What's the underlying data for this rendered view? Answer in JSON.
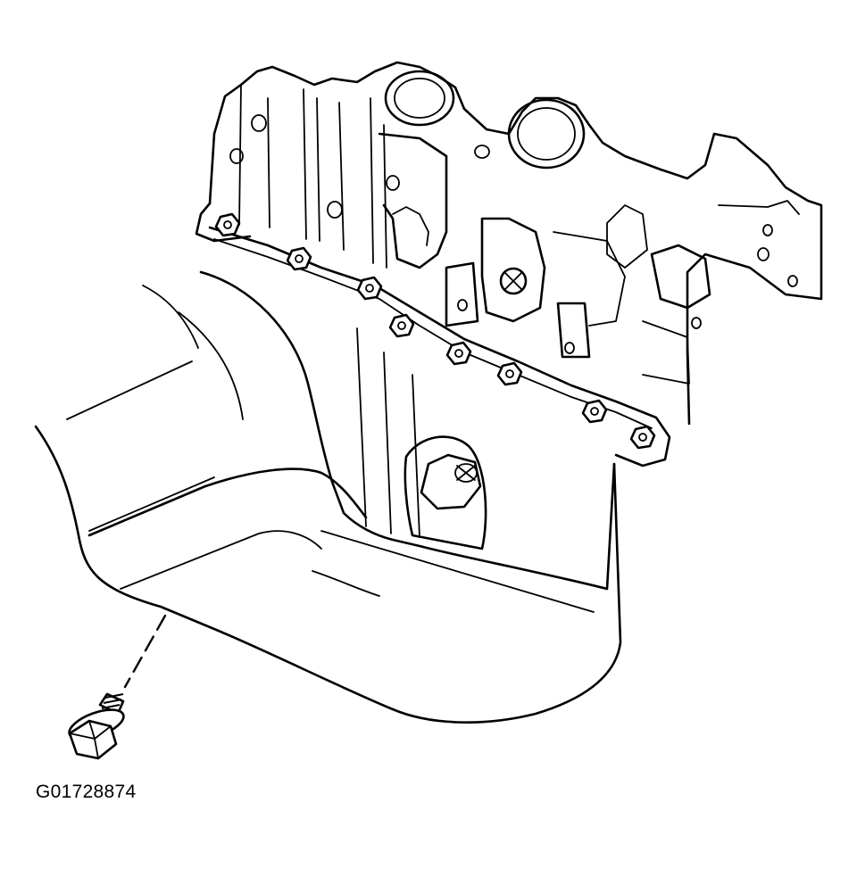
{
  "figure": {
    "id_label": "G01728874"
  },
  "parts": {
    "engine_block": "engine-block",
    "oil_pan": "oil-pan",
    "pan_bolt": "oil-pan-drain-bolt"
  }
}
